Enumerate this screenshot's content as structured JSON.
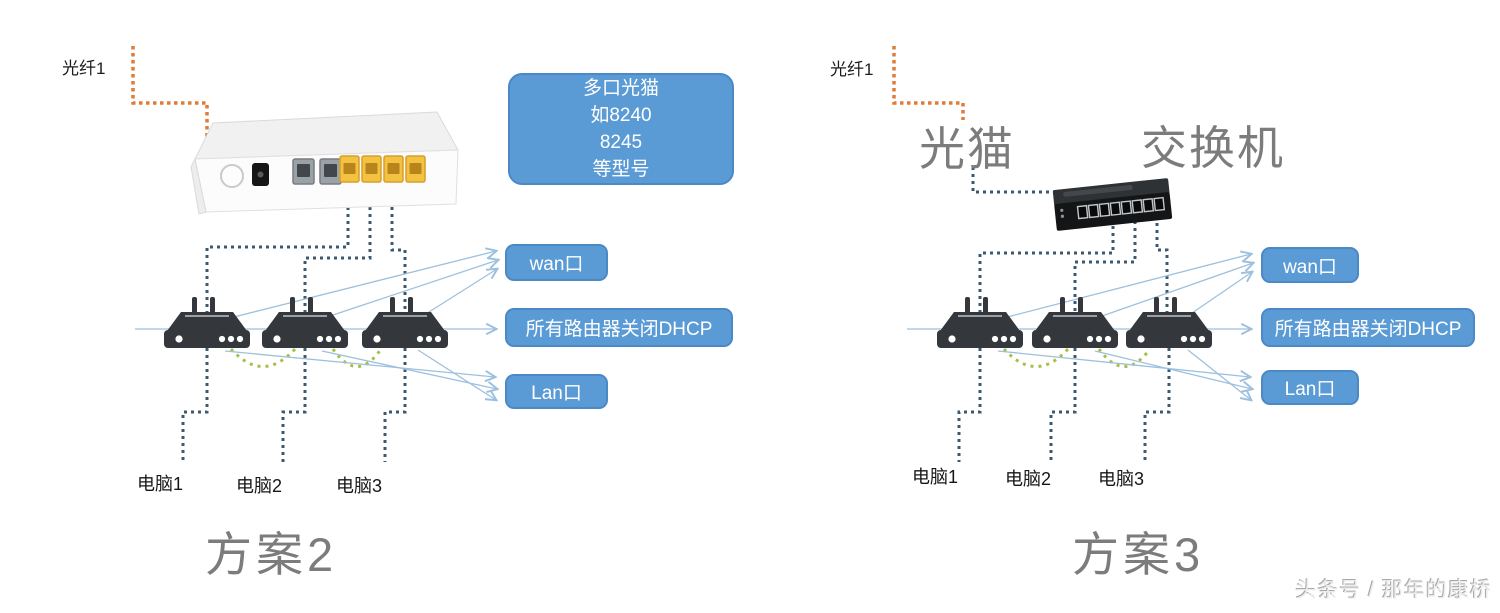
{
  "colors": {
    "annotation_box_fill": "#5b9bd5",
    "annotation_box_border": "#4b89c6",
    "annotation_text": "#ffffff",
    "fiber_line": "#e07b39",
    "ethernet_line": "#3b5a70",
    "bridge_line": "#a8be46",
    "pointer_arrow": "#9dc0de",
    "heading_text": "#7c7c7c",
    "device_body": "#34383c"
  },
  "left_panel": {
    "fiber_label": "光纤1",
    "modem_note": {
      "lines": [
        "多口光猫",
        "如8240",
        "8245",
        "等型号"
      ]
    },
    "wan_label": "wan口",
    "dhcp_label": "所有路由器关闭DHCP",
    "lan_label": "Lan口",
    "computers": [
      "电脑1",
      "电脑2",
      "电脑3"
    ],
    "title": "方案2"
  },
  "right_panel": {
    "fiber_label": "光纤1",
    "modem_label": "光猫",
    "switch_label": "交换机",
    "wan_label": "wan口",
    "dhcp_label": "所有路由器关闭DHCP",
    "lan_label": "Lan口",
    "computers": [
      "电脑1",
      "电脑2",
      "电脑3"
    ],
    "title": "方案3"
  },
  "watermark": "头条号 / 那年的康桥"
}
